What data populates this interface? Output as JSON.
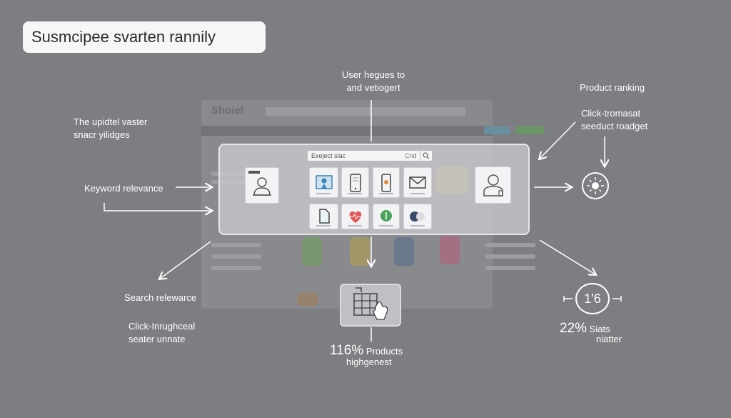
{
  "title": "Susmcipee svarten rannily",
  "labels": {
    "top_center": [
      "User hegues to",
      "and vetiogert"
    ],
    "top_right": "Product ranking",
    "right_sub": [
      "Click-tromasat",
      "seeduct roadget"
    ],
    "left_top": [
      "The upidtel vaster",
      "snacr yilidges"
    ],
    "left_mid": "Keyword relevance",
    "left_bottom": "Search relewarce",
    "left_bottom_sub": [
      "Click-Inrughceal",
      "seater unnate"
    ],
    "bottom_center": {
      "pct": "116%",
      "line1": "Products",
      "line2": "highgenest"
    },
    "bottom_right": {
      "pct": "22%",
      "line1": "Siats",
      "line2": "niatter"
    },
    "circle_value": "1'6"
  },
  "background": {
    "logo": "Shoiel"
  },
  "search": {
    "value": "Exeject slac",
    "hint": "Cnd"
  },
  "icons": {
    "left_card": "person-icon",
    "right_card": "user-icon",
    "row1": [
      "map-pin-icon",
      "tablet-icon",
      "smartphone-icon",
      "mail-icon"
    ],
    "row2": [
      "document-icon",
      "heart-icon",
      "location-icon",
      "badge-icon"
    ],
    "cart": "shopping-cart-icon",
    "sun": "sun-icon"
  },
  "colors": {
    "background": "#7d7e81",
    "panel": "#cdcdd2",
    "title_box": "#f6f6f6",
    "heart": "#e0585a",
    "location": "#4aa35a",
    "map_pin": "#3a86b8"
  }
}
